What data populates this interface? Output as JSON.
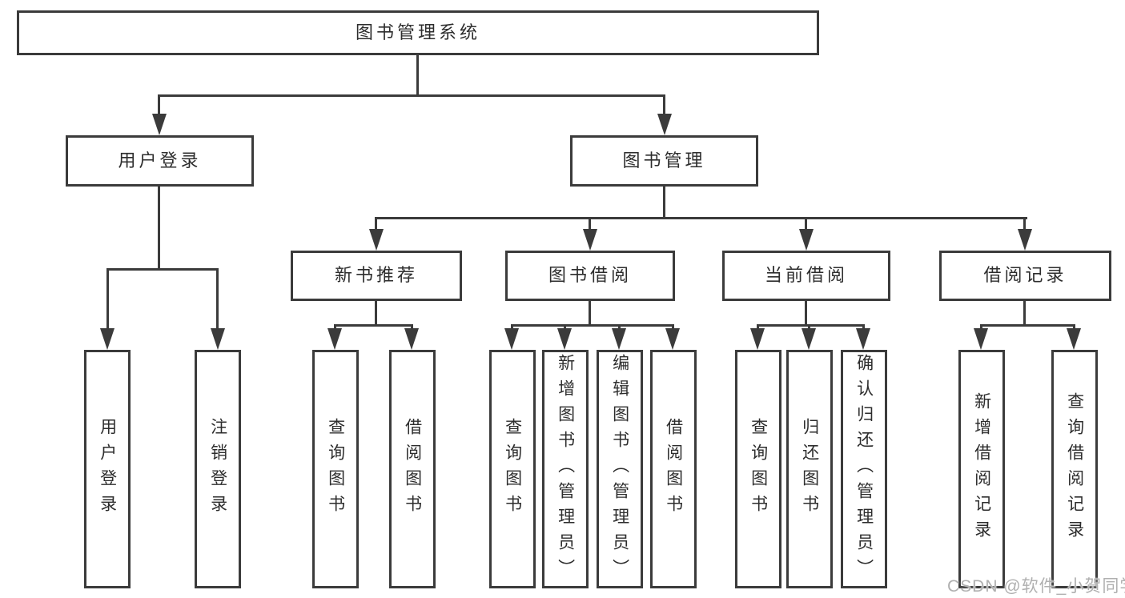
{
  "tree": {
    "root": {
      "label": "图书管理系统"
    },
    "branches": [
      {
        "label": "用户登录",
        "children": [
          {
            "label": "用户登录"
          },
          {
            "label": "注销登录"
          }
        ]
      },
      {
        "label": "图书管理",
        "children": [
          {
            "label": "新书推荐",
            "children": [
              {
                "label": "查询图书"
              },
              {
                "label": "借阅图书"
              }
            ]
          },
          {
            "label": "图书借阅",
            "children": [
              {
                "label": "查询图书"
              },
              {
                "label": "新增图书（管理员）"
              },
              {
                "label": "编辑图书（管理员）"
              },
              {
                "label": "借阅图书"
              }
            ]
          },
          {
            "label": "当前借阅",
            "children": [
              {
                "label": "查询图书"
              },
              {
                "label": "归还图书"
              },
              {
                "label": "确认归还（管理员）"
              }
            ]
          },
          {
            "label": "借阅记录",
            "children": [
              {
                "label": "新增借阅记录"
              },
              {
                "label": "查询借阅记录"
              }
            ]
          }
        ]
      }
    ],
    "colors": {
      "line": "#3b3b3b",
      "text": "#2d2d2d",
      "background": "#ffffff",
      "watermark": "#b0b0b0"
    }
  },
  "watermark": {
    "text": "CSDN @软件_小贺同学"
  }
}
